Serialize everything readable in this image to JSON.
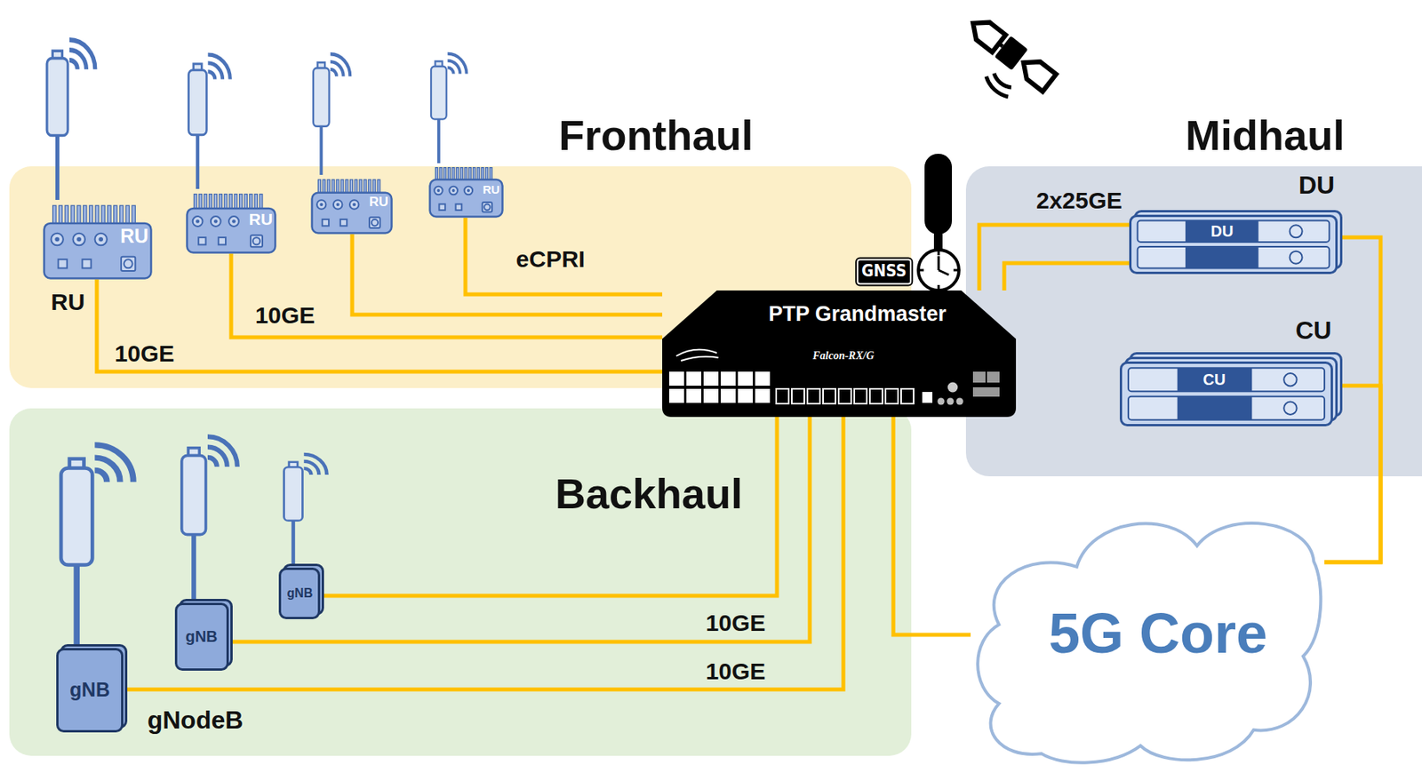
{
  "diagram": {
    "nodes": [
      {
        "text": [
          "Fronthaul"
        ]
      },
      {
        "text": [
          "RU",
          "RU"
        ],
        "in": 0
      },
      {
        "text": [
          "RU"
        ],
        "in": 0
      },
      {
        "text": [
          "RU"
        ],
        "in": 0
      },
      {
        "text": [
          "RU"
        ],
        "in": 0
      },
      {
        "text": [
          "Midhaul"
        ]
      },
      {
        "text": [
          "DU",
          "DU"
        ],
        "in": 5
      },
      {
        "text": [
          "CU",
          "CU"
        ],
        "in": 5
      },
      {
        "text": [
          "GNSS",
          "PTP Grandmaster",
          "Falcon-RX/G"
        ]
      },
      {
        "text": [
          "Backhaul"
        ]
      },
      {
        "text": [
          "gNB"
        ],
        "in": 9
      },
      {
        "text": [
          "gNB"
        ],
        "in": 9
      },
      {
        "text": [
          "gNB",
          "gNodeB"
        ],
        "in": 9
      },
      {
        "text": [
          "5G Core"
        ]
      }
    ],
    "edges": [
      {
        "from": 1,
        "to": 8,
        "arrow": "none",
        "label": "10GE"
      },
      {
        "from": 2,
        "to": 8,
        "arrow": "none",
        "label": "10GE"
      },
      {
        "from": 3,
        "to": 8,
        "arrow": "none"
      },
      {
        "from": 4,
        "to": 8,
        "arrow": "none",
        "label": "eCPRI"
      },
      {
        "from": 8,
        "to": 6,
        "arrow": "none",
        "label": "2x25GE"
      },
      {
        "from": 8,
        "to": 6,
        "arrow": "none"
      },
      {
        "from": 6,
        "to": 13,
        "arrow": "none"
      },
      {
        "from": 7,
        "to": 13,
        "arrow": "none"
      },
      {
        "from": 8,
        "to": 13,
        "arrow": "none"
      },
      {
        "from": 10,
        "to": 8,
        "arrow": "none"
      },
      {
        "from": 11,
        "to": 8,
        "arrow": "none",
        "label": "10GE"
      },
      {
        "from": 12,
        "to": 8,
        "arrow": "none",
        "label": "10GE"
      }
    ]
  }
}
